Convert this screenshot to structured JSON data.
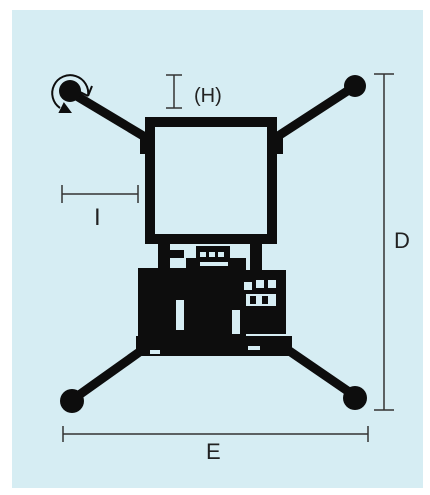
{
  "diagram": {
    "labels": {
      "height_offset": "(H)",
      "side_offset": "I",
      "depth": "D",
      "width": "E"
    },
    "icons": {
      "rotation": "rotate-arrow-icon"
    },
    "colors": {
      "background": "#d6edf3",
      "machine": "#0d0d0d",
      "dimension_line": "#333333"
    }
  }
}
